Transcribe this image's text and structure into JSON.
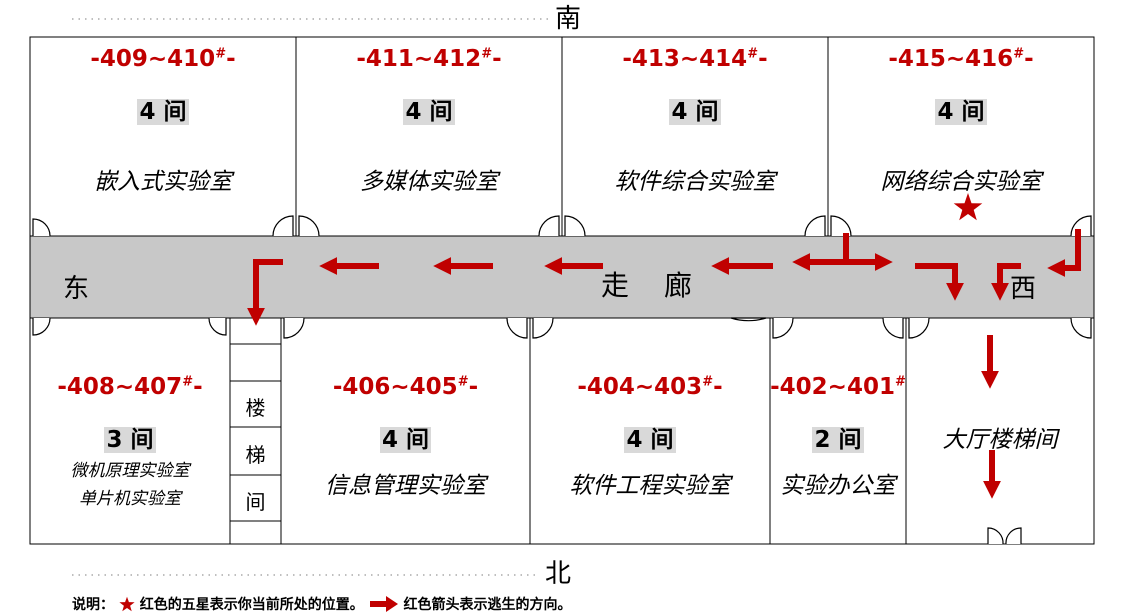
{
  "compass": {
    "south": "南",
    "north": "北",
    "east": "东",
    "west": "西"
  },
  "corridor": {
    "label_left": "走",
    "label_right": "廊"
  },
  "top_rooms": [
    {
      "number": "-409~410",
      "mark": "#",
      "suffix": "-",
      "count": "4 间",
      "name": "嵌入式实验室"
    },
    {
      "number": "-411~412",
      "mark": "#",
      "suffix": "-",
      "count": "4 间",
      "name": "多媒体实验室"
    },
    {
      "number": "-413~414",
      "mark": "#",
      "suffix": "-",
      "count": "4 间",
      "name": "软件综合实验室"
    },
    {
      "number": "-415~416",
      "mark": "#",
      "suffix": "-",
      "count": "4 间",
      "name": "网络综合实验室"
    }
  ],
  "bottom_rooms": [
    {
      "number": "-408~407",
      "mark": "#",
      "suffix": "-",
      "count": "3 间",
      "name_line1": "微机原理实验室",
      "name_line2": "单片机实验室"
    },
    {
      "number": "-406~405",
      "mark": "#",
      "suffix": "-",
      "count": "4 间",
      "name": "信息管理实验室"
    },
    {
      "number": "-404~403",
      "mark": "#",
      "suffix": "-",
      "count": "4 间",
      "name": "软件工程实验室"
    },
    {
      "number": "-402~401",
      "mark": "#",
      "suffix": "",
      "count": "2 间",
      "name": "实验办公室"
    }
  ],
  "stairwell": {
    "chars": [
      "楼",
      "梯",
      "间"
    ]
  },
  "hall_stairwell": {
    "name": "大厅楼梯间"
  },
  "legend": {
    "prefix": "说明：",
    "star_text": "红色的五星表示你当前所处的位置。",
    "arrow_text": "红色箭头表示逃生的方向。"
  },
  "colors": {
    "accent": "#c00000",
    "corridor": "#c8c8c8",
    "count_bg": "#d9d9d9"
  },
  "icons": {
    "current_position": "star-icon",
    "escape_direction": "arrow-icon"
  }
}
